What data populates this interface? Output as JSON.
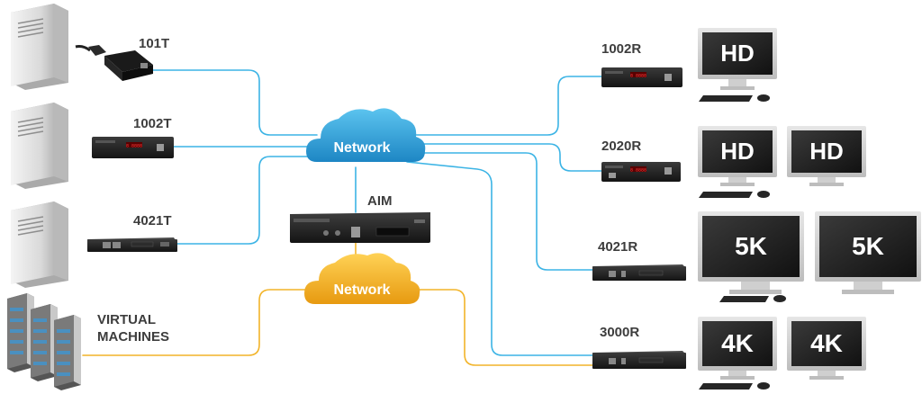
{
  "colors": {
    "blue_line": "#3cb4e5",
    "yellow_line": "#f2b429",
    "cloud_blue": "#2a9fd8",
    "cloud_yellow": "#f0a81c",
    "device_body": "#1e1e1e",
    "label_text": "#3d3d3d"
  },
  "clouds": {
    "top": {
      "label": "Network"
    },
    "bottom": {
      "label": "Network"
    }
  },
  "transmitters": [
    {
      "label": "101T"
    },
    {
      "label": "1002T"
    },
    {
      "label": "4021T"
    }
  ],
  "aim": {
    "label": "AIM"
  },
  "virtual": {
    "line1": "VIRTUAL",
    "line2": "MACHINES"
  },
  "receivers": [
    {
      "label": "1002R",
      "screens": [
        "HD"
      ]
    },
    {
      "label": "2020R",
      "screens": [
        "HD",
        "HD"
      ]
    },
    {
      "label": "4021R",
      "screens": [
        "5K",
        "5K"
      ]
    },
    {
      "label": "3000R",
      "screens": [
        "4K",
        "4K"
      ]
    }
  ],
  "icons": [
    "server-tower-icon",
    "usb-dongle-icon",
    "extender-box-icon",
    "monitor-icon",
    "keyboard-icon",
    "mouse-icon",
    "server-rack-icon",
    "cloud-icon"
  ]
}
